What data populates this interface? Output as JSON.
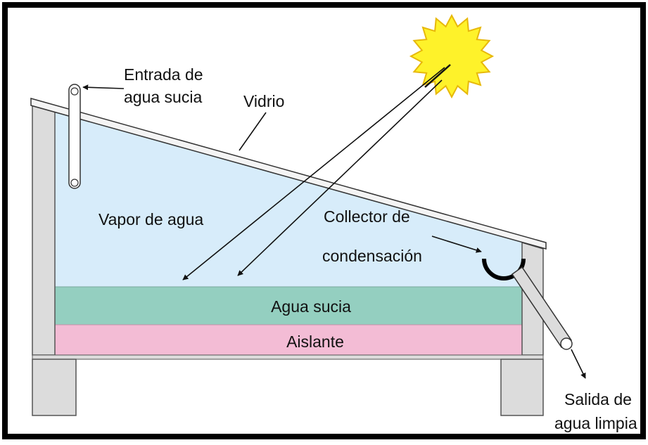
{
  "labels": {
    "inlet_line1": "Entrada de",
    "inlet_line2": "agua sucia",
    "glass": "Vidrio",
    "vapor": "Vapor de agua",
    "collector_line1": "Collector de",
    "collector_line2": "condensación",
    "dirty_water": "Agua sucia",
    "insulation": "Aislante",
    "outlet_line1": "Salida de",
    "outlet_line2": "agua limpia"
  },
  "colors": {
    "frame_border": "#000000",
    "vapor_fill": "#d7ecfa",
    "dirty_water_fill": "#94cfc0",
    "insulation_fill": "#f3bcd5",
    "wall_fill": "#dcdcdc",
    "sun_fill": "#fef22a",
    "sun_outline": "#e7b80a"
  }
}
